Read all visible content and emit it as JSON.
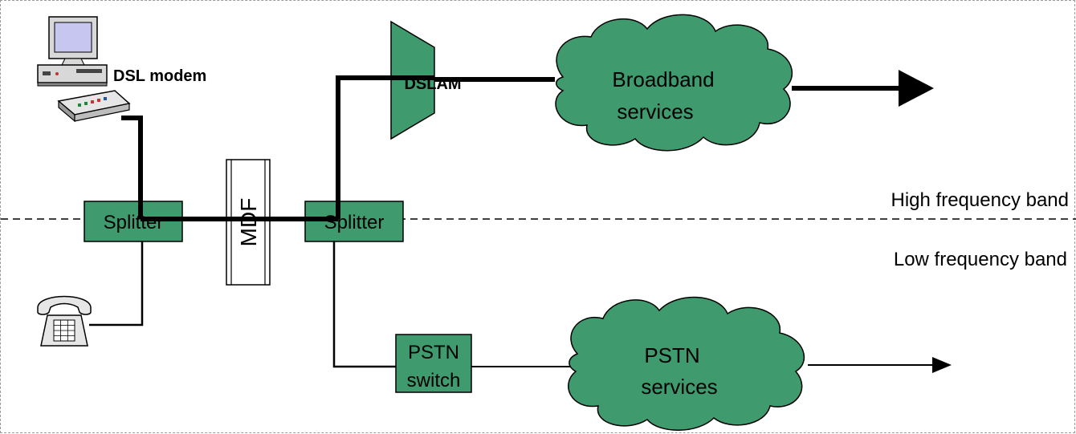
{
  "labels": {
    "dsl_modem": "DSL modem",
    "dslam": "DSLAM",
    "broadband_line1": "Broadband",
    "broadband_line2": "services",
    "splitter_left": "Splitter",
    "splitter_right": "Splitter",
    "mdf": "MDF",
    "pstn_switch_line1": "PSTN",
    "pstn_switch_line2": "switch",
    "pstn_services_line1": "PSTN",
    "pstn_services_line2": "services",
    "high_band": "High frequency band",
    "low_band": "Low frequency band"
  },
  "colors": {
    "green_fill": "#3f9a6e",
    "outline": "#000000",
    "monitor_screen": "#c6c6f0",
    "beige": "#e6e6e6"
  },
  "icons": {
    "computer": "desktop-computer-icon",
    "modem": "dsl-modem-icon",
    "phone": "telephone-icon"
  }
}
